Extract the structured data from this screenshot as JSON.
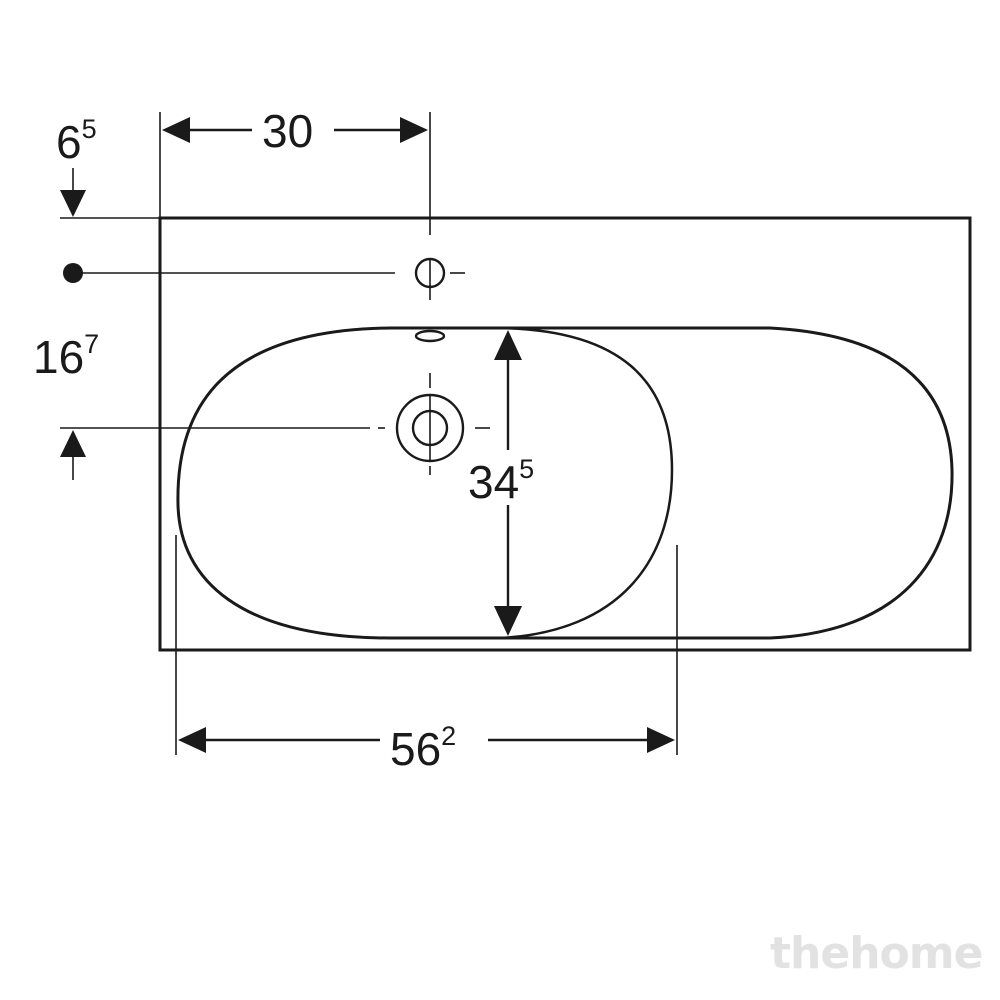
{
  "dimensions": {
    "top_offset": {
      "main": "6",
      "sup": "5"
    },
    "tap_hole_position": {
      "main": "30",
      "sup": ""
    },
    "drain_offset": {
      "main": "16",
      "sup": "7"
    },
    "bowl_depth": {
      "main": "34",
      "sup": "5"
    },
    "bowl_width": {
      "main": "56",
      "sup": "2"
    }
  },
  "watermark": "thehome",
  "colors": {
    "line": "#1a1a1a",
    "background": "#ffffff",
    "watermark": "#e2e2e2"
  }
}
